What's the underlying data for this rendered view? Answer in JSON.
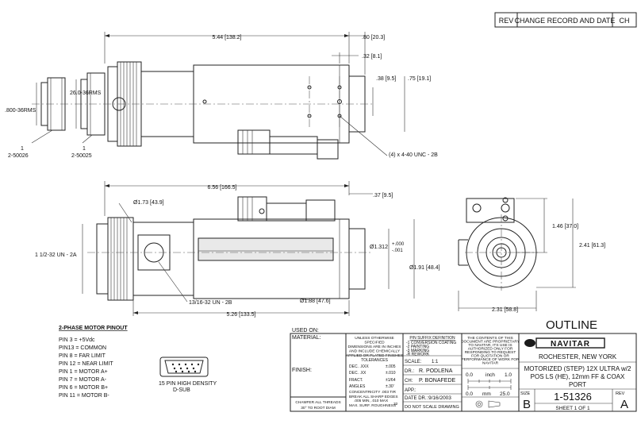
{
  "revision_block": {
    "rev_header": "REV",
    "change_header": "CHANGE RECORD AND DATE",
    "ch_header": "CH"
  },
  "top_view": {
    "dim_length": "5.44 [138.2]",
    "dim_right_offset": ".80 [20.3]",
    "dim_small": ".32 [8.1]",
    "dim_a": ".38 [9.5]",
    "dim_b": ".75 [19.1]",
    "thread_left": ".800-36RMS",
    "thread_mid": "26.0-36RMS",
    "hole_callout": "(4) x 4-40 UNC - 2B",
    "part1_qty": "1",
    "part1_no": "2-50026",
    "part2_qty": "1",
    "part2_no": "2-50025"
  },
  "front_view": {
    "dim_length": "6.56 [166.5]",
    "dim_dia_top": "Ø1.73 [43.9]",
    "dim_right": ".37 [9.5]",
    "thread": "1 1/2-32 UN - 2A",
    "dim_bore": "Ø1.312",
    "tol_plus": "+.000",
    "tol_minus": "-.001",
    "dim_dia_right": "Ø1.91 [48.4]",
    "dim_dia_bottom": "Ø1.88 [47.6]",
    "thread_bottom": "13/16-32 UN - 2B",
    "dim_bottom": "5.26 [133.5]"
  },
  "side_view": {
    "dim_height": "1.46 [37.0]",
    "dim_total": "2.41 [61.3]",
    "dim_width": "2.31 [58.8]"
  },
  "pinout": {
    "title": "2-PHASE MOTOR PINOUT",
    "pins": [
      "PIN 3 =   +5Vdc",
      "PIN13 =  COMMON",
      "PIN 8 =    FAR LIMIT",
      "PIN 12 =  NEAR LIMIT",
      "PIN 1 =    MOTOR A+",
      "PIN 7 =    MOTOR A-",
      "PIN 6 =    MOTOR B+",
      "PIN 11 =  MOTOR B-"
    ],
    "connector_line1": "15 PIN HIGH DENSITY",
    "connector_line2": "D-SUB"
  },
  "outline_label": "OUTLINE",
  "title_block": {
    "used_on": "USED ON:",
    "material": "MATERIAL:",
    "finish": "FINISH:",
    "spec_note": [
      "UNLESS OTHERWISE",
      "SPECIFIED",
      "DIMENSIONS ARE IN INCHES",
      "AND INCLUDE CHEMICALLY",
      "APPLIED OR PLATED FINISHES"
    ],
    "tolerances_title": "TOLERANCES",
    "tol_rows": [
      {
        "label": "DEC. .XXX",
        "value": "±.005"
      },
      {
        "label": "DEC. .XX",
        "value": "±.010"
      },
      {
        "label": "FRACT.",
        "value": "±1/64"
      },
      {
        "label": "ANGLES",
        "value": "±.30'"
      }
    ],
    "concentricity": "CONCENTRICITY  .003 TIR",
    "break_edges": "BREAK ALL SHARP EDGES",
    "break_edges_vals": ".005 MIN, .010 MAX",
    "roughness": "MAX. SURF. ROUGHNESS",
    "roughness_val": "32",
    "chamfer": "CHAMFER ALL THREADS",
    "chamfer_2": "30° TO ROOT DIAM",
    "suffix_title": "P/N SUFFIX DEFINITION",
    "suffix_items": [
      "-1 CONVERSION COATING",
      "-2 PAINTING",
      "-3 MARKING",
      "-R REWORK"
    ],
    "scale_label": "SCALE:",
    "scale_value": "1:1",
    "dr_label": "DR.:",
    "dr_value": "R. PODLENA",
    "ch_label": "CH:",
    "ch_value": "P. BONAFEDE",
    "app_label": "APP.:",
    "date_label": "DATE DR.:",
    "date_value": "9/16/2003",
    "no_scale": "DO NOT SCALE DRAWING",
    "proprietary": [
      "THE CONTENTS OF THIS",
      "DOCUMENT ARE PROPRIETARY",
      "TO NAVITAR, ITS USE IS",
      "AUTHORIZED ONLY FOR",
      "RESPONDING TO REQUEST",
      "FOR QUOTATION OR",
      "PERFORMANCE OF WORK FOR",
      "NAVITAR"
    ],
    "scale_inch": [
      "0.0",
      "inch",
      "1.0"
    ],
    "scale_mm": [
      "0.0",
      "mm",
      "25.0"
    ],
    "logo_text": "NAVITAR",
    "city": "ROCHESTER, NEW YORK",
    "title_lines": [
      "MOTORIZED (STEP) 12X ULTRA w/2",
      "POS LS (HE), 12mm FF & COAX",
      "PORT"
    ],
    "size_label": "SIZE",
    "size_value": "B",
    "drawing_no": "1-51326",
    "rev_label": "REV",
    "rev_value": "A",
    "sheet": "SHEET 1 OF 1"
  }
}
